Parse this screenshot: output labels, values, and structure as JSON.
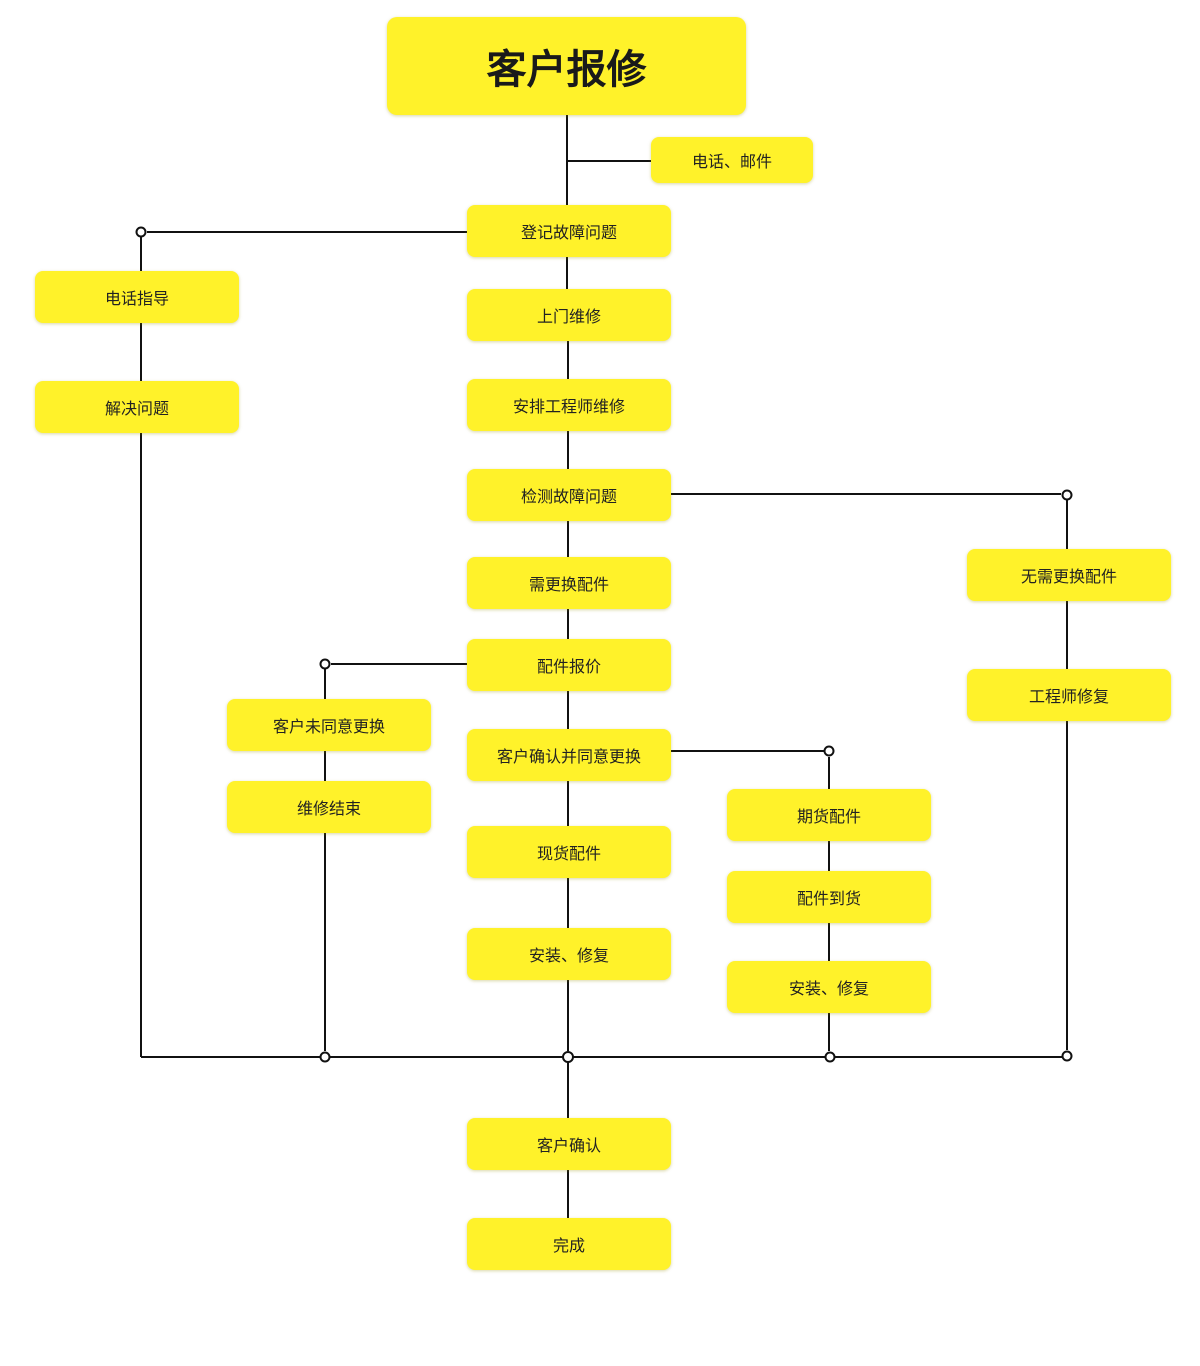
{
  "diagram": {
    "root": "客户报修",
    "nodes": {
      "phone_email": "电话、邮件",
      "register": "登记故障问题",
      "phone_guide": "电话指导",
      "onsite": "上门维修",
      "solve": "解决问题",
      "arrange": "安排工程师维修",
      "detect": "检测故障问题",
      "no_replace": "无需更换配件",
      "need_replace": "需更换配件",
      "quote": "配件报价",
      "eng_repair": "工程师修复",
      "disagree": "客户未同意更换",
      "agree": "客户确认并同意更换",
      "end_repair": "维修结束",
      "futures": "期货配件",
      "in_stock": "现货配件",
      "arrived": "配件到货",
      "install_a": "安装、修复",
      "install_b": "安装、修复",
      "confirm": "客户确认",
      "complete": "完成"
    },
    "colors": {
      "node_fill": "#fff22a",
      "line": "#111111",
      "text": "#222222"
    }
  }
}
